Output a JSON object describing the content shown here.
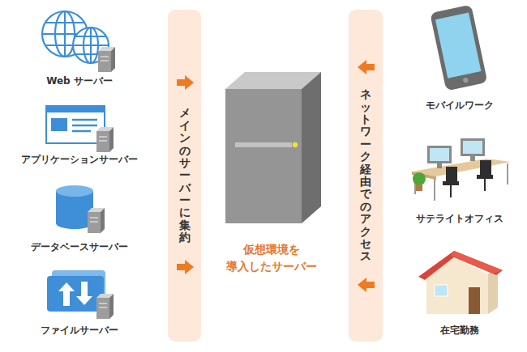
{
  "diagram": {
    "nodes": [
      {
        "text": [
          "Web サーバー"
        ]
      },
      {
        "text": [
          "アプリケーションサーバー"
        ]
      },
      {
        "text": [
          "データベースサーバー"
        ]
      },
      {
        "text": [
          "ファイルサーバー"
        ]
      },
      {
        "text": [
          "メインのサーバーに集約"
        ]
      },
      {
        "text": [
          "仮想環境を 導入したサーバー"
        ]
      },
      {
        "text": [
          "ネットワーク経由でのアクセス"
        ]
      },
      {
        "text": [
          "モバイルワーク"
        ]
      },
      {
        "text": [
          "サテライトオフィス"
        ]
      },
      {
        "text": [
          "在宅勤務"
        ]
      }
    ]
  }
}
